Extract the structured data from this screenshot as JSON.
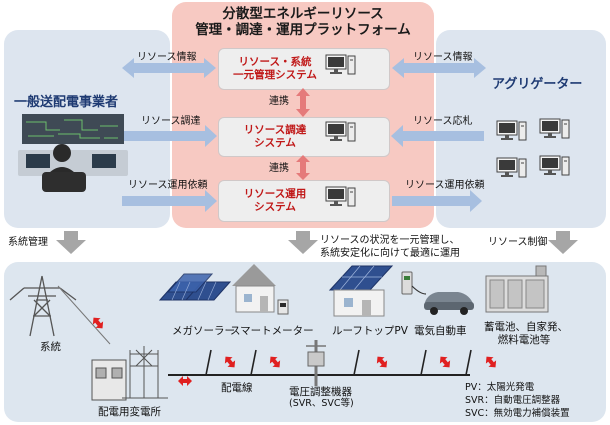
{
  "platform": {
    "title_line1": "分散型エネルギーリソース",
    "title_line2": "管理・調達・運用プラットフォーム",
    "systems": [
      {
        "line1": "リソース・系統",
        "line2": "一元管理システム"
      },
      {
        "line1": "リソース調達",
        "line2": "システム"
      },
      {
        "line1": "リソース運用",
        "line2": "システム"
      }
    ],
    "link_labels": [
      "連携",
      "連携"
    ]
  },
  "left_party": {
    "name": "一般送配電事業者"
  },
  "right_party": {
    "name": "アグリゲーター"
  },
  "left_flows": [
    "リソース情報",
    "リソース調達",
    "リソース運用依頼"
  ],
  "right_flows": [
    "リソース情報",
    "リソース応札",
    "リソース運用依頼"
  ],
  "downflows": {
    "left": "系統管理",
    "center_line1": "リソースの状況を一元管理し、",
    "center_line2": "系統安定化に向けて最適に運用",
    "right": "リソース制御"
  },
  "grid": {
    "resources": {
      "mega_solar": "メガソーラー",
      "smart_meter": "スマートメーター",
      "rooftop_pv": "ルーフトップPV",
      "ev": "電気自動車",
      "storage_line1": "蓄電池、自家発、",
      "storage_line2": "燃料電池等"
    },
    "grid_label": "系統",
    "substation": "配電用変電所",
    "distribution_line": "配電線",
    "svr_line1": "電圧調整機器",
    "svr_line2": "(SVR、SVC等)"
  },
  "legend": [
    "PV：太陽光発電",
    "SVR：自動電圧調整器",
    "SVC：無効電力補償装置"
  ],
  "colors": {
    "platform_bg": "#f7c9c2",
    "party_bg": "#dde5ef",
    "system_text": "#c01818",
    "arrow_blue": "#a7bfe0",
    "arrow_gray": "#a6a6a6",
    "party_text": "#1f3b73"
  }
}
